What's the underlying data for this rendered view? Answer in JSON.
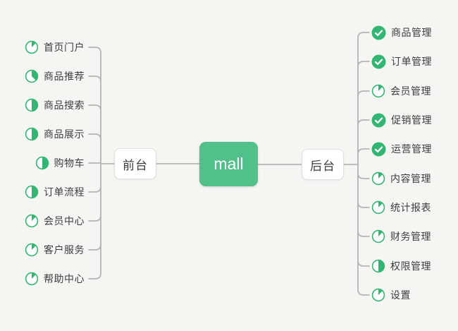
{
  "center_node": {
    "label": "mall"
  },
  "front_branch": {
    "label": "前台",
    "items": [
      {
        "label": "首页门户",
        "icon": "task-eighth"
      },
      {
        "label": "商品推荐",
        "icon": "task-three-eighths"
      },
      {
        "label": "商品搜索",
        "icon": "task-half"
      },
      {
        "label": "商品展示",
        "icon": "task-half"
      },
      {
        "label": "购物车",
        "icon": "task-half"
      },
      {
        "label": "订单流程",
        "icon": "task-half"
      },
      {
        "label": "会员中心",
        "icon": "task-eighth"
      },
      {
        "label": "客户服务",
        "icon": "task-eighth"
      },
      {
        "label": "帮助中心",
        "icon": "task-eighth"
      }
    ]
  },
  "back_branch": {
    "label": "后台",
    "items": [
      {
        "label": "商品管理",
        "icon": "task-done"
      },
      {
        "label": "订单管理",
        "icon": "task-done"
      },
      {
        "label": "会员管理",
        "icon": "task-eighth"
      },
      {
        "label": "促销管理",
        "icon": "task-done"
      },
      {
        "label": "运营管理",
        "icon": "task-done"
      },
      {
        "label": "内容管理",
        "icon": "task-eighth"
      },
      {
        "label": "统计报表",
        "icon": "task-eighth"
      },
      {
        "label": "财务管理",
        "icon": "task-eighth"
      },
      {
        "label": "权限管理",
        "icon": "task-half"
      },
      {
        "label": "设置",
        "icon": "task-eighth"
      }
    ]
  },
  "colors": {
    "root_green": "#52c08a",
    "icon_green": "#33b673",
    "wire_gray": "#b5b5b5",
    "background": "#f5f5f2"
  }
}
